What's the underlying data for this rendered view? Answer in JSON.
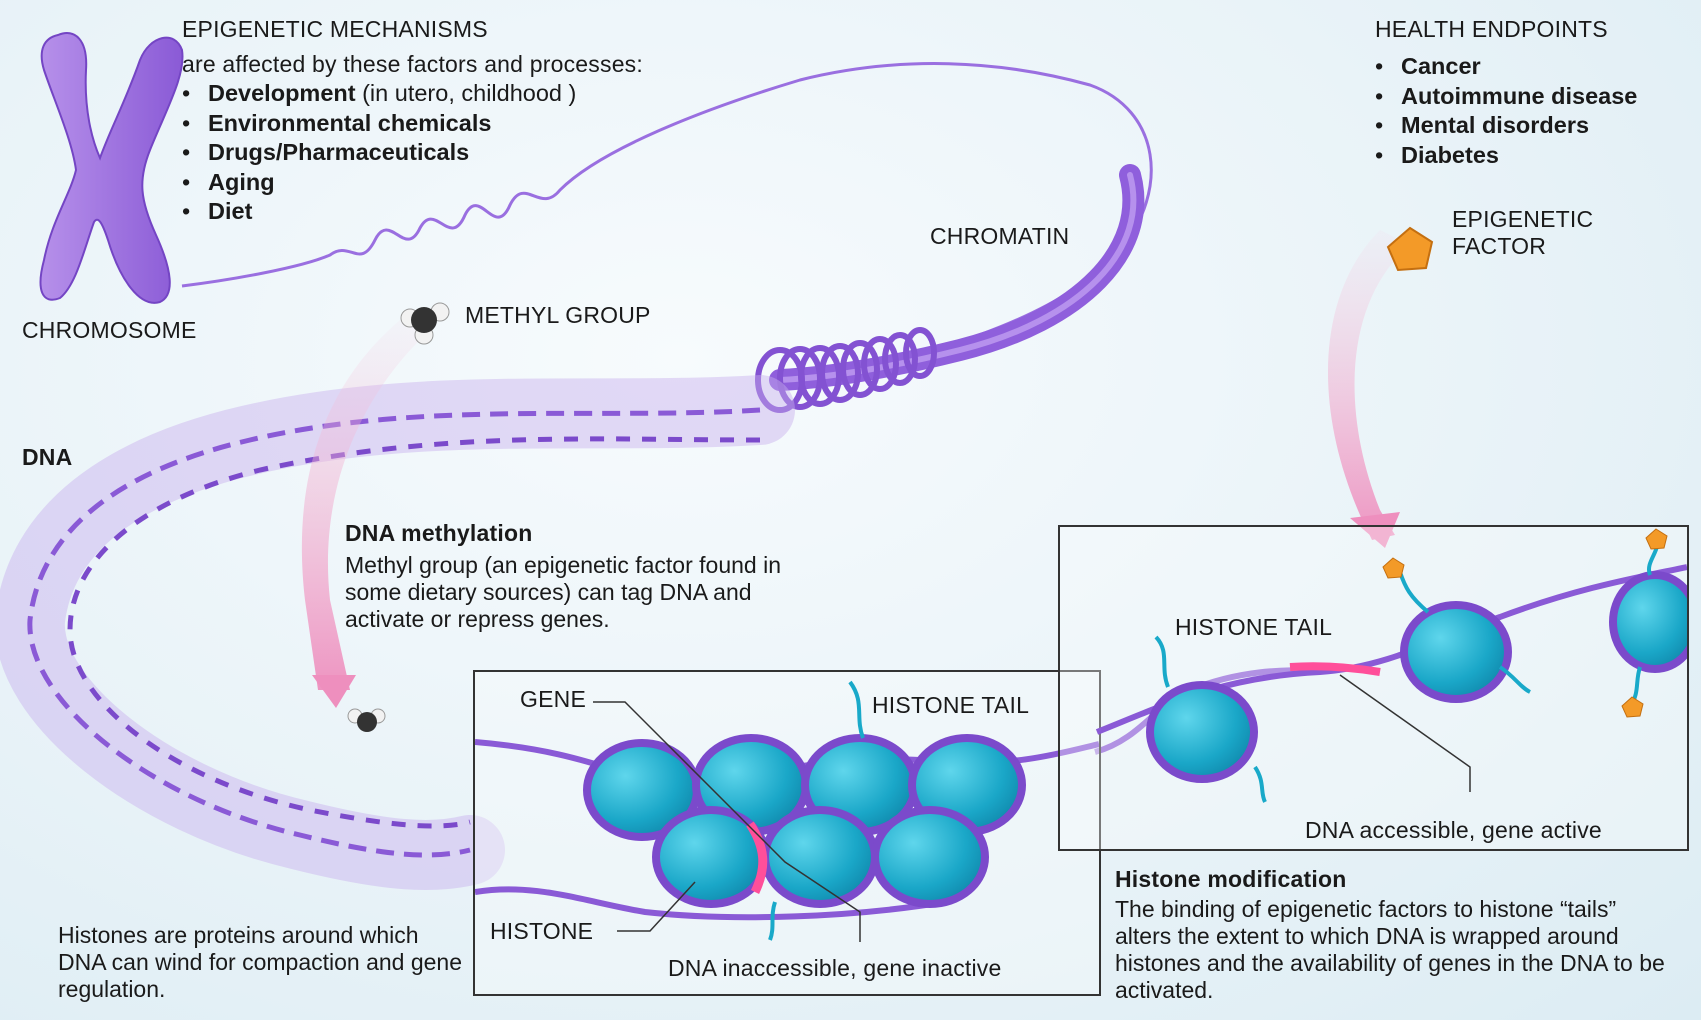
{
  "mechanisms": {
    "heading": "EPIGENETIC MECHANISMS",
    "intro": "are affected by these factors and processes:",
    "items": [
      {
        "label": "Development",
        "detail": "(in utero, childhood )"
      },
      {
        "label": "Environmental chemicals",
        "detail": ""
      },
      {
        "label": "Drugs/Pharmaceuticals",
        "detail": ""
      },
      {
        "label": "Aging",
        "detail": ""
      },
      {
        "label": "Diet",
        "detail": ""
      }
    ]
  },
  "health": {
    "heading": "HEALTH ENDPOINTS",
    "items": [
      "Cancer",
      "Autoimmune disease",
      "Mental disorders",
      "Diabetes"
    ]
  },
  "labels": {
    "chromosome": "CHROMOSOME",
    "chromatin": "CHROMATIN",
    "methyl_group": "METHYL GROUP",
    "epigenetic_factor_line1": "EPIGENETIC",
    "epigenetic_factor_line2": "FACTOR",
    "dna": "DNA",
    "histone_tail_left": "HISTONE TAIL",
    "histone_tail_right": "HISTONE TAIL",
    "gene": "GENE",
    "histone": "HISTONE",
    "dna_inaccessible": "DNA inaccessible, gene inactive",
    "dna_accessible": "DNA accessible, gene active"
  },
  "methylation": {
    "title": "DNA methylation",
    "body": "Methyl group (an epigenetic factor found in some dietary sources) can tag DNA and activate or repress genes."
  },
  "histone_mod": {
    "title": "Histone modification",
    "body": "The binding of epigenetic factors to histone “tails” alters the extent to which DNA is wrapped around histones and the availability of genes in the DNA to be activated."
  },
  "histone_note": "Histones are proteins around which DNA can wind for compaction and gene regulation.",
  "colors": {
    "dna_purple": "#8a5ad6",
    "histone_teal": "#19a9c9",
    "gene_pink": "#ff4f9a",
    "factor_orange": "#f39a28",
    "arrow_pink": "#f19cc6"
  }
}
